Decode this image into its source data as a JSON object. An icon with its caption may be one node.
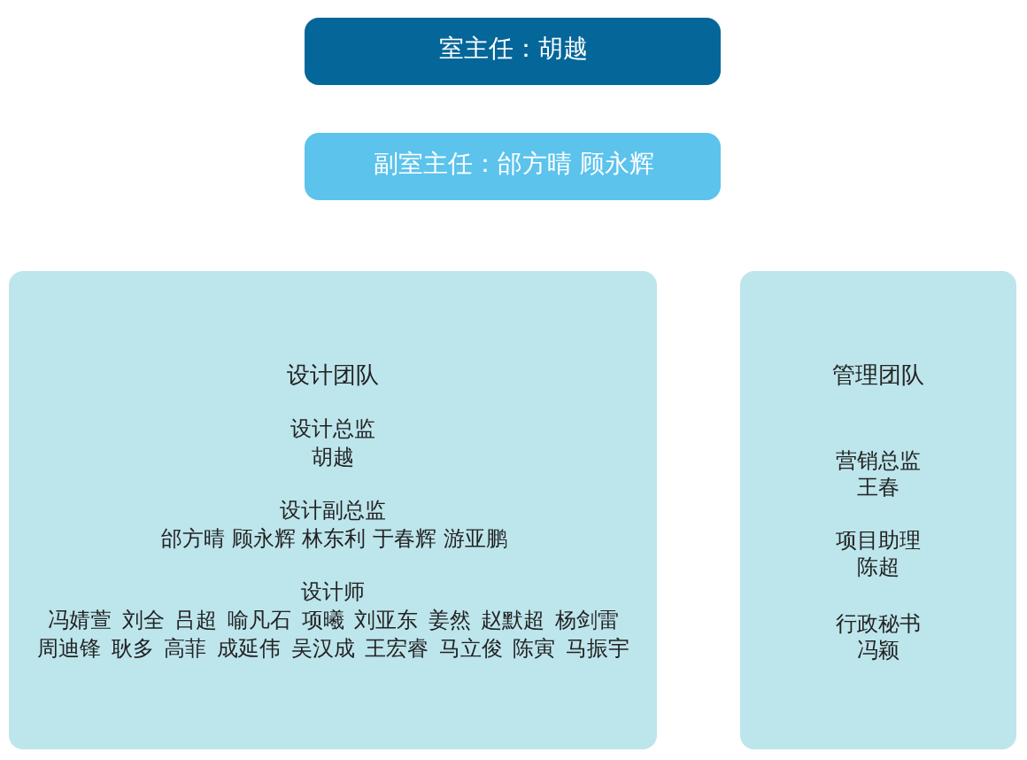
{
  "diagram": {
    "nodes": [
      {
        "text": [
          "室主任：胡越"
        ]
      },
      {
        "text": [
          "副室主任：邰方晴 顾永辉"
        ]
      },
      {
        "text": [
          "设计团队",
          "设计总监",
          "胡越",
          "设计副总监",
          "邰方晴 顾永辉 林东利 于春辉 游亚鹏",
          "设计师",
          "冯婧萱 刘全 吕超 喻凡石 项曦 刘亚东 姜然 赵默超 杨剑雷",
          "周迪锋 耿多 高菲 成延伟 吴汉成 王宏睿 马立俊 陈寅 马振宇"
        ]
      },
      {
        "text": [
          "管理团队",
          "营销总监",
          "王春",
          "项目助理",
          "陈超",
          "行政秘书",
          "冯颖"
        ]
      }
    ]
  }
}
